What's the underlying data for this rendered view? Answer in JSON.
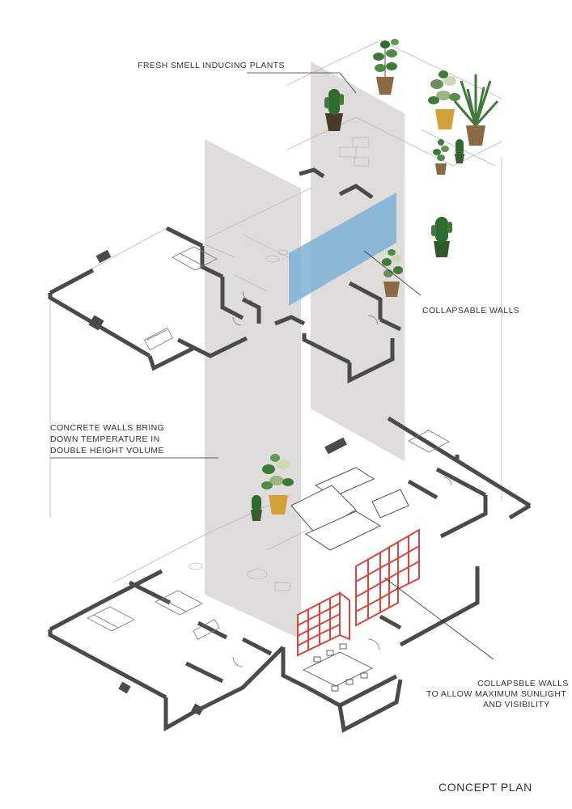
{
  "annotations": {
    "plants": "FRESH SMELL INDUCING PLANTS",
    "collapsable_walls": "COLLAPSABLE WALLS",
    "concrete_line1": "CONCRETE WALLS  BRING",
    "concrete_line2": "DOWN TEMPERATURE IN",
    "concrete_line3": "DOUBLE HEIGHT VOLUME",
    "sun_line1": "COLLAPSBLE WALLS",
    "sun_line2": "TO ALLOW MAXIMUM SUNLIGHT",
    "sun_line3": "AND VISIBILITY"
  },
  "title": "CONCEPT PLAN",
  "colors": {
    "wall": "#4a4a4a",
    "concrete": "#dcdad8",
    "glass": "#7fb0d6",
    "red_frame": "#d9453a",
    "leaf": "#3f7a3a",
    "pot_brown": "#8a6a44",
    "pot_gold": "#d2a23a"
  }
}
